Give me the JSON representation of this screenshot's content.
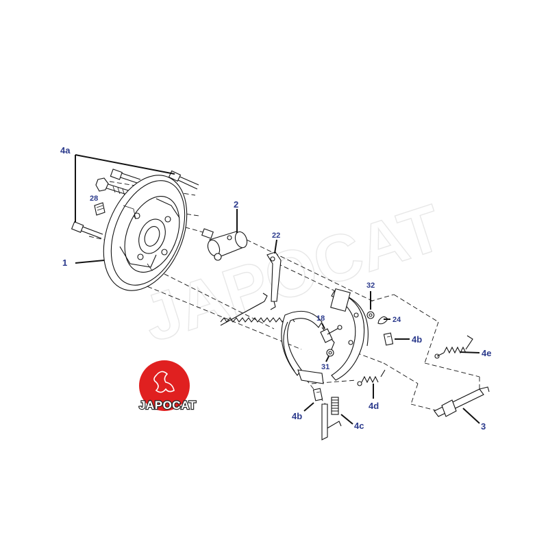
{
  "watermark": "JAPOCAT",
  "logo": {
    "text": "JAPOCAT",
    "color": "#e02020"
  },
  "label_color": "#2b3a8c",
  "callouts": {
    "c1": "1",
    "c2": "2",
    "c3": "3",
    "c4a": "4a",
    "c4b_top": "4b",
    "c4b_bottom": "4b",
    "c4c": "4c",
    "c4d": "4d",
    "c4e": "4e",
    "c18": "18",
    "c22": "22",
    "c24": "24",
    "c28": "28",
    "c31": "31",
    "c32": "32"
  }
}
